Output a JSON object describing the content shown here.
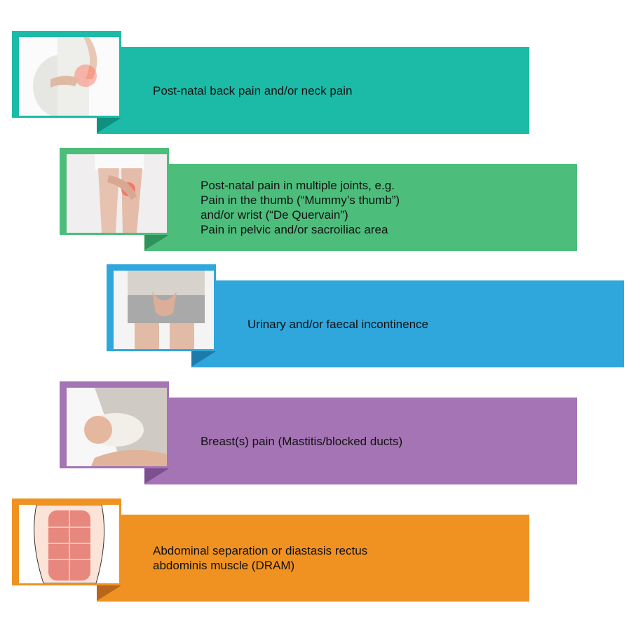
{
  "items": [
    {
      "text": "Post-natal back pain and/or neck pain",
      "color": "#1bbba8",
      "dark": "#10907f",
      "icon": "pregnant-back-pain-photo"
    },
    {
      "text": "Post-natal pain in multiple joints, e.g.\nPain in the thumb (“Mummy’s thumb”)\nand/or wrist (“De Quervain”)\nPain in pelvic and/or sacroiliac area",
      "color": "#4dbd7c",
      "dark": "#2e935a",
      "icon": "knee-pain-photo"
    },
    {
      "text": "Urinary and/or faecal incontinence",
      "color": "#2fa6dc",
      "dark": "#1d7bab",
      "icon": "incontinence-photo"
    },
    {
      "text": "Breast(s) pain (Mastitis/blocked ducts)",
      "color": "#a574b4",
      "dark": "#7d4f8f",
      "icon": "breastfeeding-photo"
    },
    {
      "text": "Abdominal separation or diastasis rectus\nabdominis muscle (DRAM)",
      "color": "#ef9222",
      "dark": "#b8661a",
      "icon": "abdominal-muscle-illustration"
    }
  ]
}
